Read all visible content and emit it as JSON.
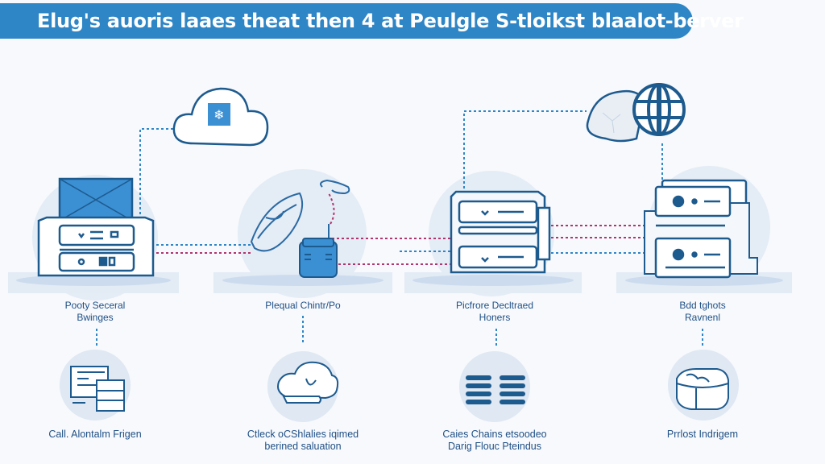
{
  "header": {
    "title": "Elug's auoris laaes theat then 4 at Peulgle S-tloikst blaalot-berver"
  },
  "colors": {
    "banner": "#2f86c6",
    "stroke": "#1d5a8e",
    "accent": "#3b8fd3",
    "pale": "#dfe8f3",
    "link_blue": "#2e86c8",
    "link_red": "#b0346e"
  },
  "nodes": [
    {
      "id": "server-1",
      "label_line1": "Pooty Seceral",
      "label_line2": "Bwinges",
      "icon": "server-with-monitor-icon"
    },
    {
      "id": "router",
      "label_line1": "Plequal Chintr/Po",
      "label_line2": "",
      "icon": "network-router-icon"
    },
    {
      "id": "server-2",
      "label_line1": "Picfrore Decltraed",
      "label_line2": "Honers",
      "icon": "rack-server-icon"
    },
    {
      "id": "server-3",
      "label_line1": "Bdd tghots",
      "label_line2": "Ravnenl",
      "icon": "stacked-server-icon"
    }
  ],
  "top_icons": [
    {
      "id": "cloud",
      "icon": "cloud-icon"
    },
    {
      "id": "globe",
      "icon": "globe-icon"
    }
  ],
  "features": [
    {
      "label_line1": "Call. Alontalm Frigen",
      "label_line2": "",
      "icon": "document-table-icon"
    },
    {
      "label_line1": "Ctleck oCShlalies iqimed",
      "label_line2": "berined saluation",
      "icon": "cloud-sync-icon"
    },
    {
      "label_line1": "Caies Chains etsoodeo",
      "label_line2": "Darig Flouc Pteindus",
      "icon": "database-stack-icon"
    },
    {
      "label_line1": "Prrlost Indrigem",
      "label_line2": "",
      "icon": "storage-box-icon"
    }
  ]
}
